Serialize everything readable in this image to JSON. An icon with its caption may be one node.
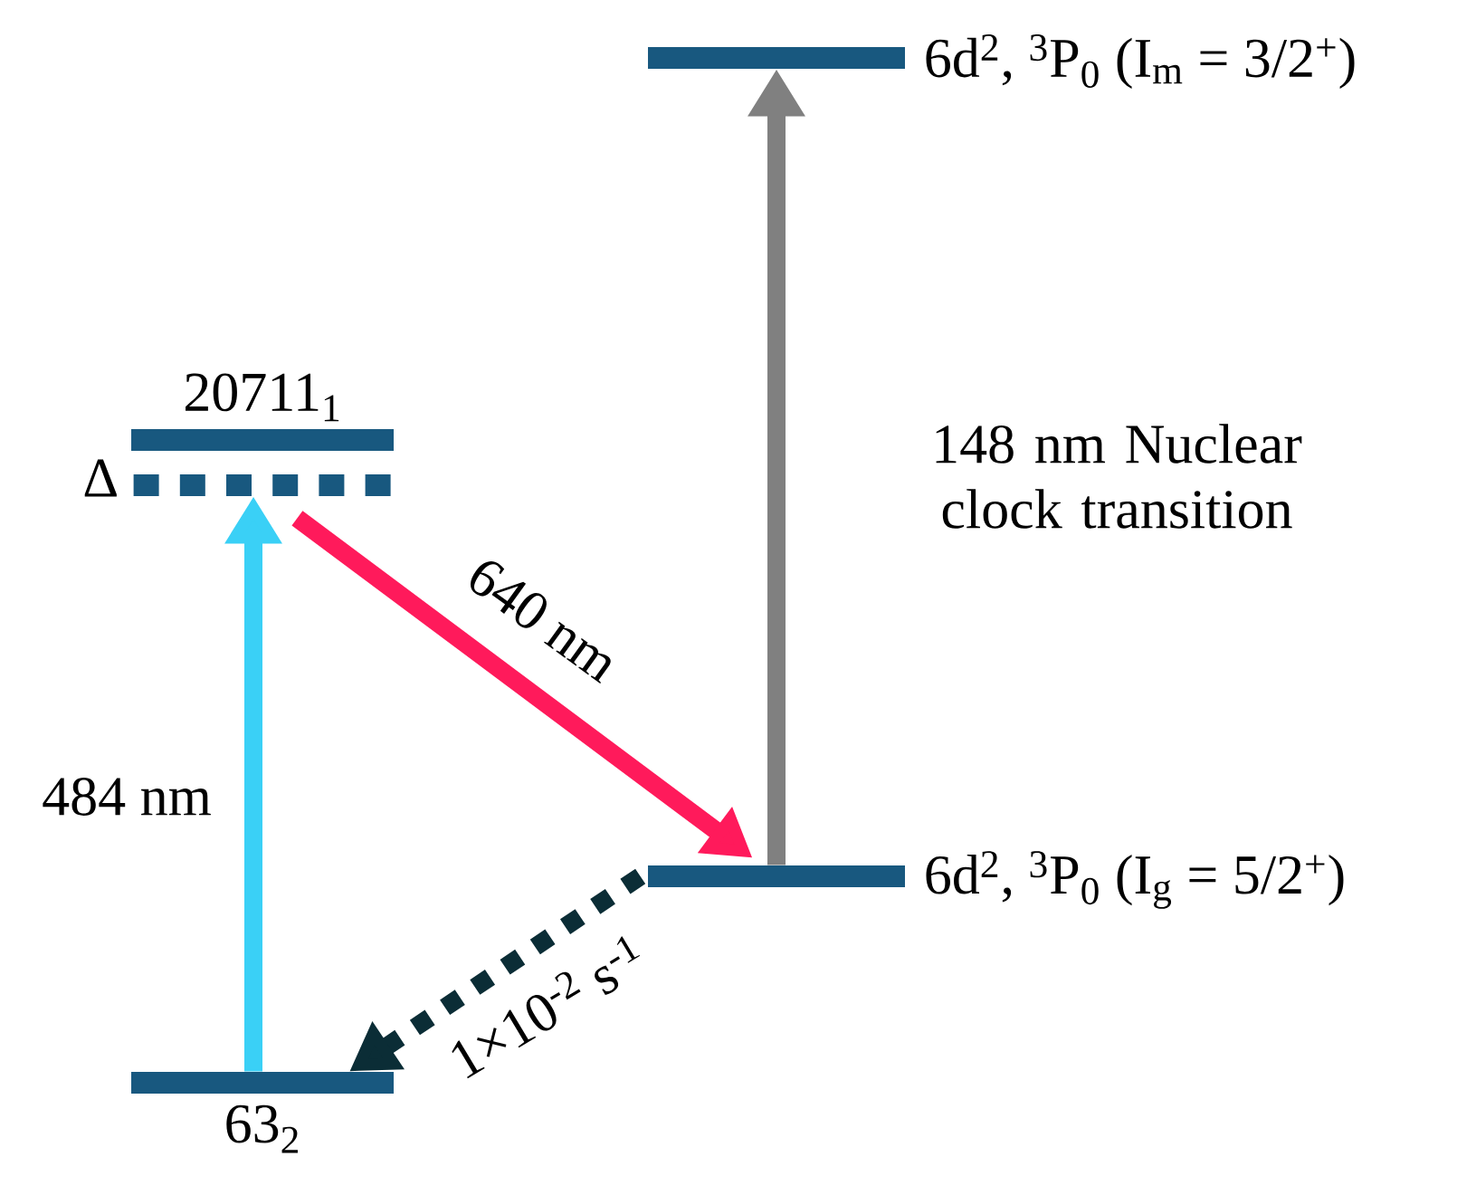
{
  "diagram": {
    "nodes": [
      {
        "text": [
          "6d$^{2}$, $^{3}$P$_{0}$ (I$_{m}$ = 3/2$^{+}$)"
        ]
      },
      {
        "text": [
          "20711$_{1}$"
        ]
      },
      {
        "text": [
          "Δ"
        ]
      },
      {
        "text": [
          "6d$^{2}$, $^{3}$P$_{0}$ (I$_{g}$ = 5/2$^{+}$)"
        ]
      },
      {
        "text": [
          "63$_{2}$"
        ]
      }
    ],
    "edges": [
      {
        "from": 4,
        "to": 2,
        "arrow": "to",
        "label": "484 nm",
        "color": "#3ad0f6"
      },
      {
        "from": 2,
        "to": 3,
        "arrow": "to",
        "label": "640 nm",
        "color": "#ff1a5b"
      },
      {
        "from": 3,
        "to": 0,
        "arrow": "to",
        "label": "148 nm Nuclear clock transition",
        "color": "#808080"
      },
      {
        "from": 3,
        "to": 4,
        "arrow": "to",
        "label": "1×10$^{-2}$ s$^{-1}$",
        "style": "dashed",
        "color": "#0b2d36"
      }
    ]
  }
}
